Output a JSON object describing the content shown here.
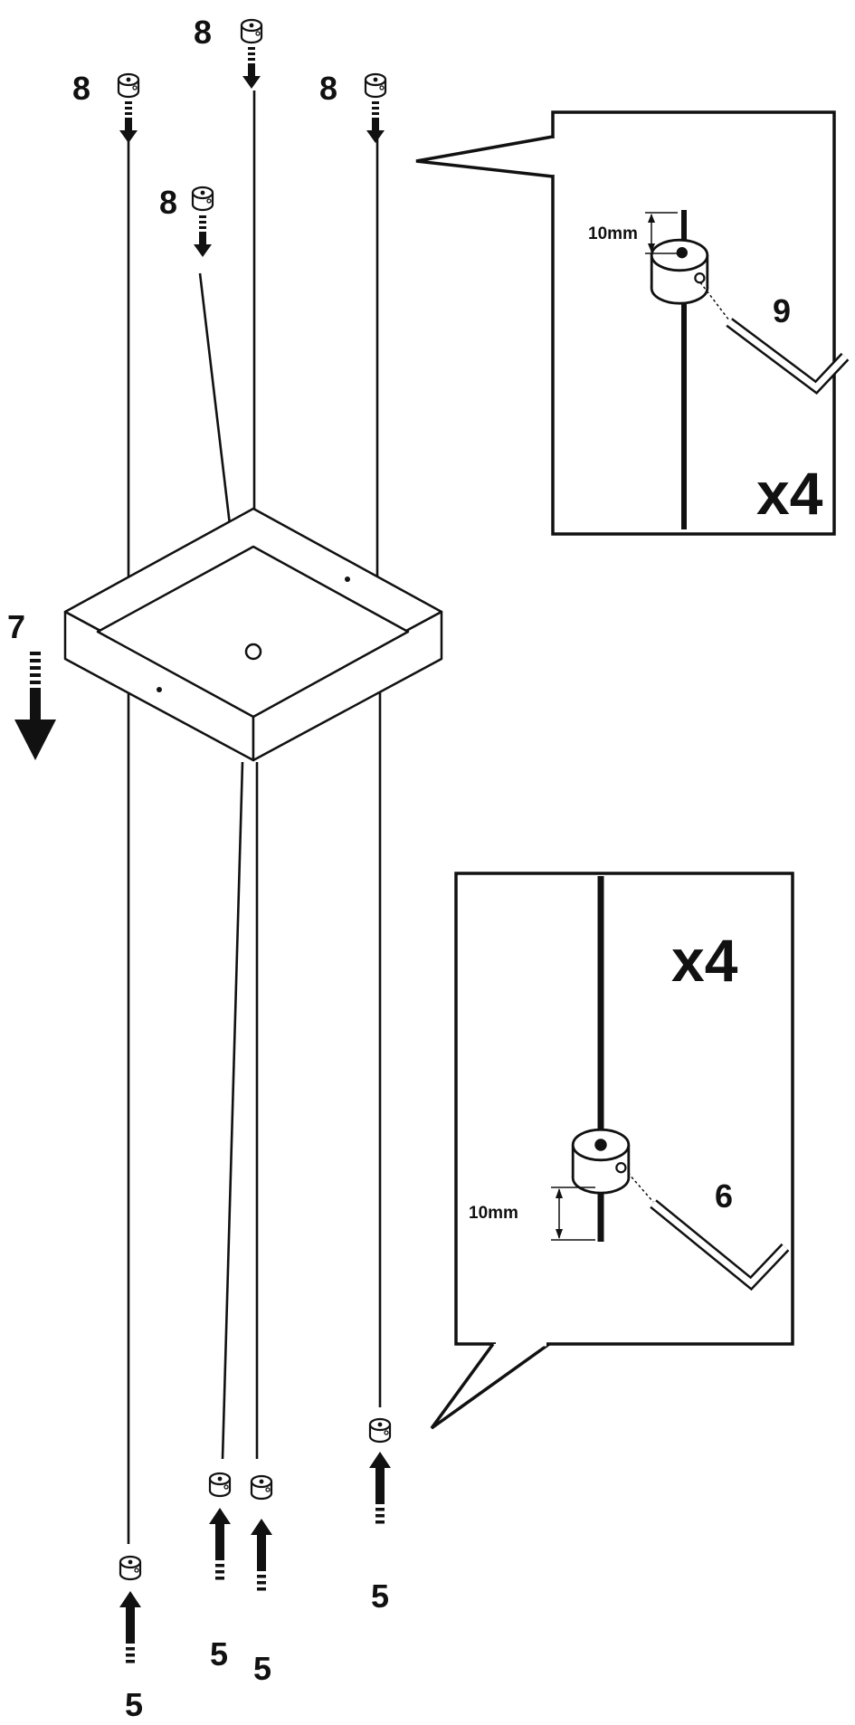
{
  "labels": {
    "part_top": "8",
    "part_plate": "7",
    "part_bottom": "5",
    "detail_top_tool": "9",
    "detail_bottom_tool": "6",
    "detail_top_quantity": "x4",
    "detail_bottom_quantity": "x4",
    "detail_top_measure": "10mm",
    "detail_bottom_measure": "10mm"
  },
  "colors": {
    "line": "#111111",
    "background": "#ffffff"
  }
}
